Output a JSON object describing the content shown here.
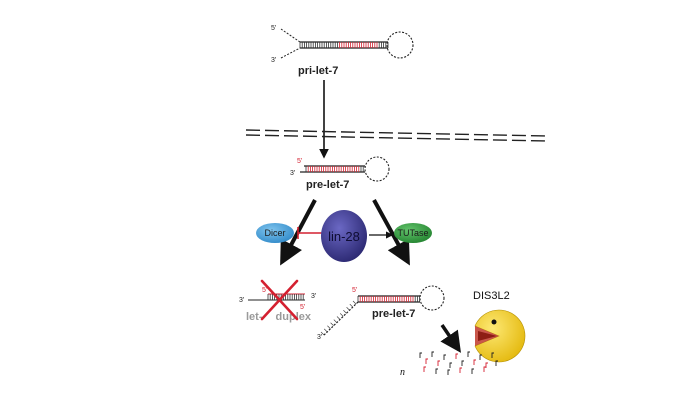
{
  "labels": {
    "pri": "pri-let-7",
    "pre_top": "pre-let-7",
    "pre_bottom": "pre-let-7",
    "duplex_prefix": "let-",
    "duplex_suffix": " duplex",
    "dicer": "Dicer",
    "lin28": "lin-28",
    "tutase": "TUTase",
    "dis3l2": "DIS3L2",
    "n": "n"
  },
  "ends": {
    "five": "5'",
    "three": "3'"
  },
  "colors": {
    "dicer": "#3f9ed8",
    "lin28": "#3d3a8a",
    "tutase": "#2f9a3a",
    "pacman": "#f3cf0f",
    "red": "#d42030",
    "strand": "#222222"
  }
}
